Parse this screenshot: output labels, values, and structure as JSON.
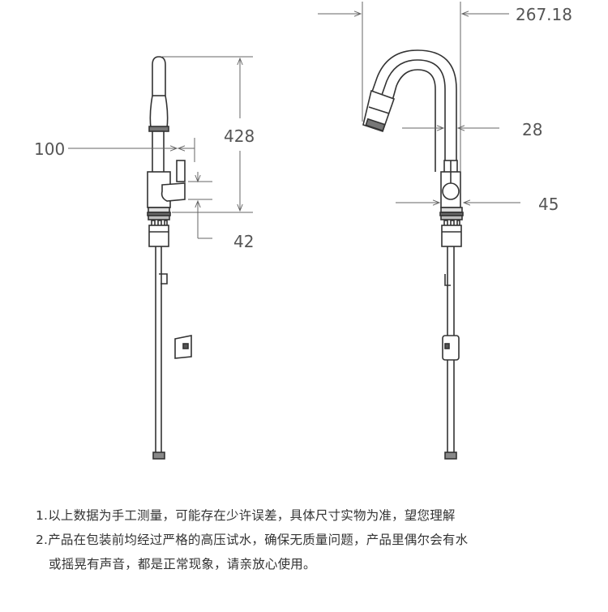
{
  "dimensions": {
    "width_left": "100",
    "height_total": "428",
    "handle_offset": "42",
    "reach": "267.18",
    "spout_dia": "28",
    "base_dia": "45"
  },
  "notes": {
    "line1": "1.以上数据为手工测量，可能存在少许误差，具体尺寸实物为准，望您理解",
    "line2": "2.产品在包装前均经过严格的高压试水，确保无质量问题，产品里偶尔会有水",
    "line3": "或摇晃有声音，都是正常现象，请亲放心使用。"
  }
}
